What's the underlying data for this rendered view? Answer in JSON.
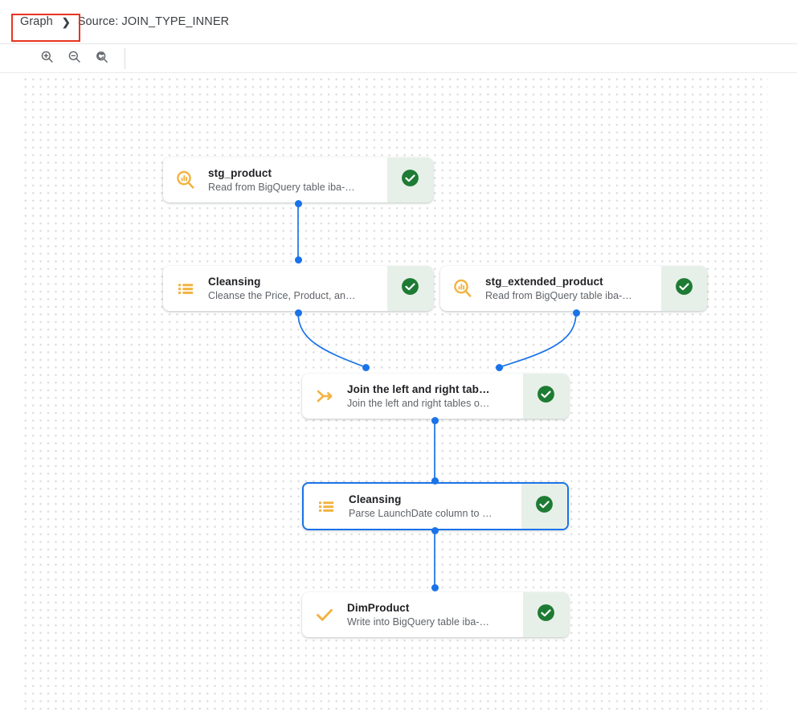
{
  "header": {
    "breadcrumb_root": "Graph",
    "breadcrumb_separator": "❯",
    "breadcrumb_current": "Source: JOIN_TYPE_INNER",
    "annotation_color": "#e8341f"
  },
  "toolbar": {
    "buttons": [
      {
        "name": "zoom-in-icon",
        "label": "Zoom in"
      },
      {
        "name": "zoom-out-icon",
        "label": "Zoom out"
      },
      {
        "name": "reset-zoom-icon",
        "label": "Reset zoom"
      }
    ]
  },
  "colors": {
    "accent_blue": "#1a73e8",
    "icon_yellow": "#f2b342",
    "status_green": "#1e7b34",
    "status_green_bg": "#e7f0e8",
    "grid_dot": "#dcdcdc"
  },
  "graph": {
    "nodes": [
      {
        "id": "stg_product",
        "title": "stg_product",
        "subtitle": "Read from BigQuery table iba-…",
        "icon": "source-search-chart-icon",
        "status": "check-circle-icon",
        "status_label": "Succeeded",
        "selected": false
      },
      {
        "id": "cleansing_1",
        "title": "Cleansing",
        "subtitle": "Cleanse the Price, Product, an…",
        "icon": "cleansing-list-icon",
        "status": "check-circle-icon",
        "status_label": "Succeeded",
        "selected": false
      },
      {
        "id": "stg_extended_product",
        "title": "stg_extended_product",
        "subtitle": "Read from BigQuery table iba-…",
        "icon": "source-search-chart-icon",
        "status": "check-circle-icon",
        "status_label": "Succeeded",
        "selected": false
      },
      {
        "id": "join_node",
        "title": "Join the left and right tab…",
        "subtitle": "Join the left and right tables o…",
        "icon": "join-merge-icon",
        "status": "check-circle-icon",
        "status_label": "Succeeded",
        "selected": false
      },
      {
        "id": "cleansing_2",
        "title": "Cleansing",
        "subtitle": "Parse LaunchDate column to …",
        "icon": "cleansing-list-icon",
        "status": "check-circle-icon",
        "status_label": "Succeeded",
        "selected": true
      },
      {
        "id": "dim_product",
        "title": "DimProduct",
        "subtitle": "Write into BigQuery table iba-…",
        "icon": "destination-check-icon",
        "status": "check-circle-icon",
        "status_label": "Succeeded",
        "selected": false
      }
    ],
    "edges": [
      {
        "from": "stg_product",
        "to": "cleansing_1"
      },
      {
        "from": "cleansing_1",
        "to": "join_node"
      },
      {
        "from": "stg_extended_product",
        "to": "join_node"
      },
      {
        "from": "join_node",
        "to": "cleansing_2"
      },
      {
        "from": "cleansing_2",
        "to": "dim_product"
      }
    ]
  }
}
